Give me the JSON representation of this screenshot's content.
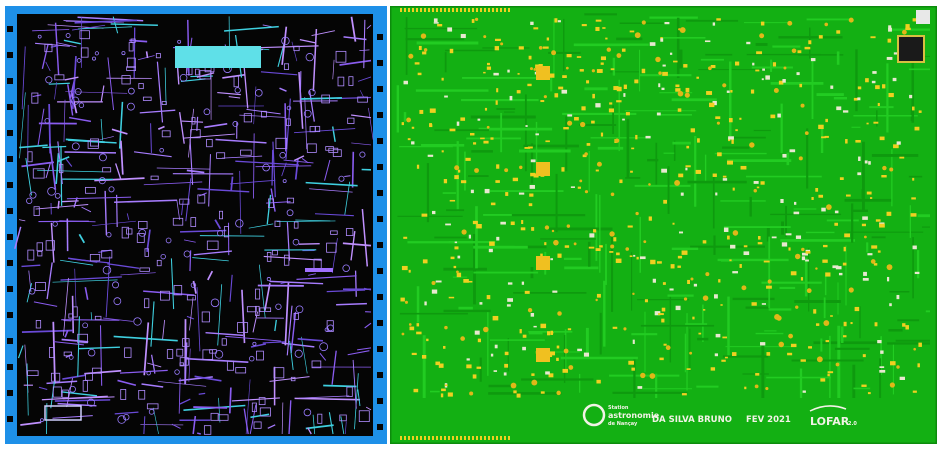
{
  "images": [
    {
      "name": "pcb-layout-routing-view",
      "description_colors": {
        "frame": "#1e90e8",
        "board": "#050505",
        "trace_purple": "#8a5cf0",
        "trace_cyan": "#3fd0e0"
      }
    },
    {
      "name": "pcb-3d-render-view",
      "description_colors": {
        "board": "#14b814",
        "pad": "#f0d020",
        "silkscreen": "#f2f2e6"
      }
    }
  ],
  "silkscreen": {
    "logo_line1": "Station",
    "logo_line2": "astronomie",
    "logo_line3": "de Nançay",
    "author": "DA SILVA BRUNO",
    "date": "FEV 2021",
    "project_logo": "LOFAR",
    "project_logo_suffix": "2.0"
  }
}
